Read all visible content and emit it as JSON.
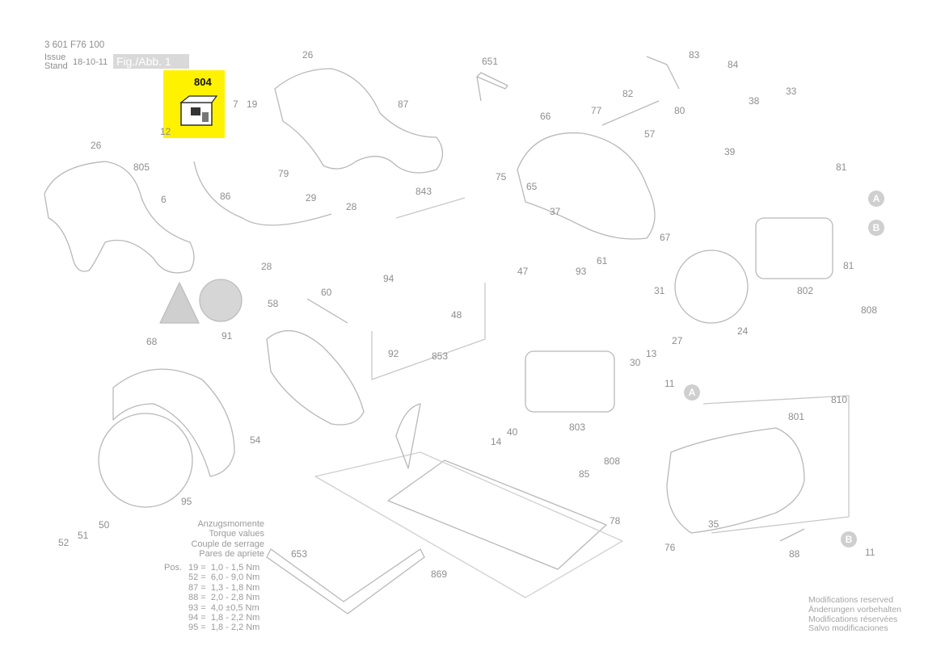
{
  "header": {
    "doc_number": "3 601 F76 100",
    "issue_label": "Issue",
    "stand_label": "Stand",
    "date": "18-10-11",
    "figure": "Fig./Abb. 1"
  },
  "highlight": {
    "part": "804",
    "color": "#fff200"
  },
  "parts": [
    "26",
    "26",
    "651",
    "83",
    "84",
    "82",
    "80",
    "77",
    "87",
    "7",
    "19",
    "12",
    "79",
    "805",
    "6",
    "86",
    "29",
    "28",
    "28",
    "66",
    "75",
    "843",
    "65",
    "37",
    "57",
    "33",
    "38",
    "39",
    "81",
    "81",
    "802",
    "67",
    "93",
    "61",
    "47",
    "94",
    "48",
    "60",
    "58",
    "91",
    "92",
    "853",
    "31",
    "27",
    "24",
    "808",
    "68",
    "54",
    "95",
    "52",
    "51",
    "50",
    "30",
    "13",
    "14",
    "40",
    "803",
    "11",
    "810",
    "801",
    "808",
    "85",
    "78",
    "76",
    "35",
    "88",
    "11",
    "869",
    "653"
  ],
  "circle_markers": [
    "A",
    "B",
    "A",
    "B"
  ],
  "torque": {
    "title_lines": [
      "Anzugsmomente",
      "Torque values",
      "Couple de serrage",
      "Pares de apriete"
    ],
    "pos_label": "Pos.",
    "rows": [
      "19 =  1,0 - 1,5 Nm",
      "52 =  6,0 - 9,0 Nm",
      "87 =  1,3 - 1,8 Nm",
      "88 =  2,0 - 2,8 Nm",
      "93 =  4,0 ±0,5 Nm",
      "94 =  1,8 - 2,2 Nm",
      "95 =  1,8 - 2,2 Nm"
    ]
  },
  "modifications": [
    "Modifications reserved",
    "Änderungen vorbehalten",
    "Modifications réservées",
    "Salvo modificaciones"
  ]
}
